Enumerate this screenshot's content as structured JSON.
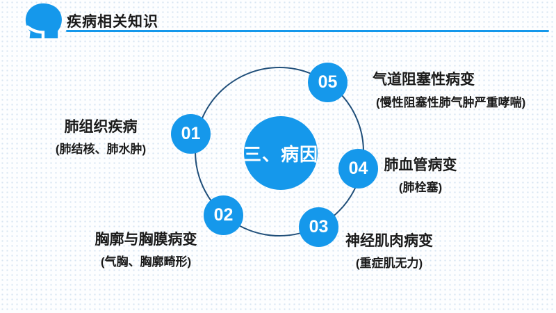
{
  "slide": {
    "header": {
      "title": "疾病相关知识",
      "icon": "head-throat-icon"
    },
    "diagram": {
      "center_label": "三、病因",
      "items": [
        {
          "num": "01",
          "title": "肺组织疾病",
          "sub": "(肺结核、肺水肿)"
        },
        {
          "num": "02",
          "title": "胸廓与胸膜病变",
          "sub": "(气胸、胸廓畸形)"
        },
        {
          "num": "03",
          "title": "神经肌肉病变",
          "sub": "(重症肌无力)"
        },
        {
          "num": "04",
          "title": "肺血管病变",
          "sub": "(肺栓塞)"
        },
        {
          "num": "05",
          "title": "气道阻塞性病变",
          "sub": "(慢性阻塞性肺气肿严重哮喘)"
        }
      ]
    },
    "colors": {
      "accent_blue": "#1598EB",
      "ring_navy": "#1F4E79",
      "text": "#1A1A1A",
      "dot_grid": "#D7E5F2"
    }
  }
}
